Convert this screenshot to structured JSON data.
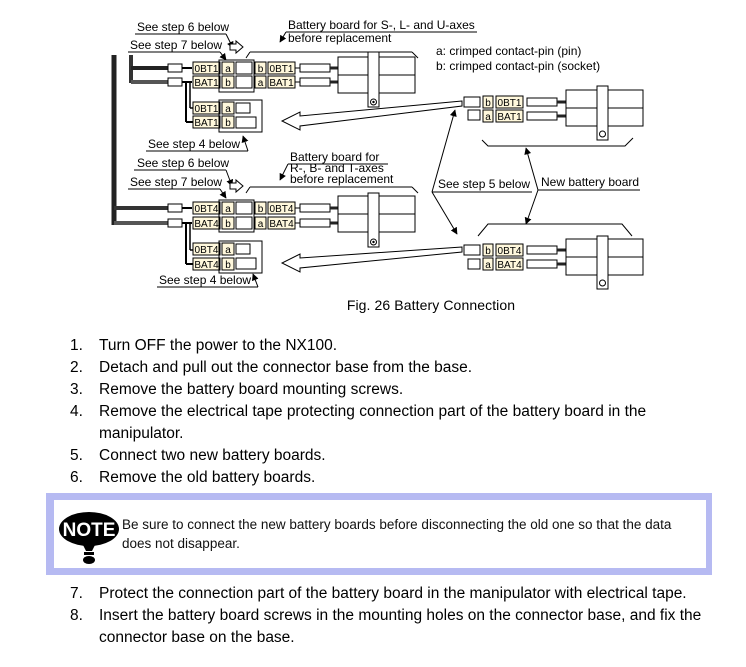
{
  "figure": {
    "caption": "Fig. 26  Battery Connection",
    "legend": {
      "pin_a": "a: crimped contact-pin (pin)",
      "pin_b": "b: crimped contact-pin (socket)"
    },
    "callouts": {
      "step6_top": "See step 6 below",
      "step7_top": "See step 7 below",
      "step4_top": "See step 4 below",
      "step6_bottom": "See step 6 below",
      "step7_bottom": "See step 7 below",
      "step4_bottom": "See step 4 below",
      "step5": "See step 5 below",
      "new_board": "New battery board"
    },
    "board_top": {
      "title_line1": "Battery board  for S-, L- and U-axes",
      "title_line2": "before replacement"
    },
    "board_bottom": {
      "title_line1": "Battery board  for",
      "title_line2": "R-, B- and T-axes",
      "title_line3": "before replacement"
    },
    "connectors": {
      "top_obt": "0BT1",
      "top_bat": "BAT1",
      "bottom_obt": "0BT4",
      "bottom_bat": "BAT4",
      "pin_a": "a",
      "pin_b": "b"
    }
  },
  "steps_part1": [
    {
      "num": "1.",
      "text": "Turn OFF the power to the NX100."
    },
    {
      "num": "2.",
      "text": "Detach and pull out the connector base from the base."
    },
    {
      "num": "3.",
      "text": "Remove the battery board mounting screws."
    },
    {
      "num": "4.",
      "text": "Remove the electrical tape protecting connection part of the battery board in the manipulator."
    },
    {
      "num": "5.",
      "text": "Connect two new battery boards."
    },
    {
      "num": "6.",
      "text": "Remove the old battery boards."
    }
  ],
  "note": {
    "icon_label": "NOTE",
    "text": "Be sure to connect the new battery boards before disconnecting the old one so that the data does not disappear.",
    "border_color": "#b6baf2"
  },
  "steps_part2": [
    {
      "num": "7.",
      "text": "Protect the connection part of the battery board in the manipulator with electrical tape."
    },
    {
      "num": "8.",
      "text": "Insert the battery board screws in the mounting holes on the connector base, and fix the connector base on the base."
    }
  ]
}
